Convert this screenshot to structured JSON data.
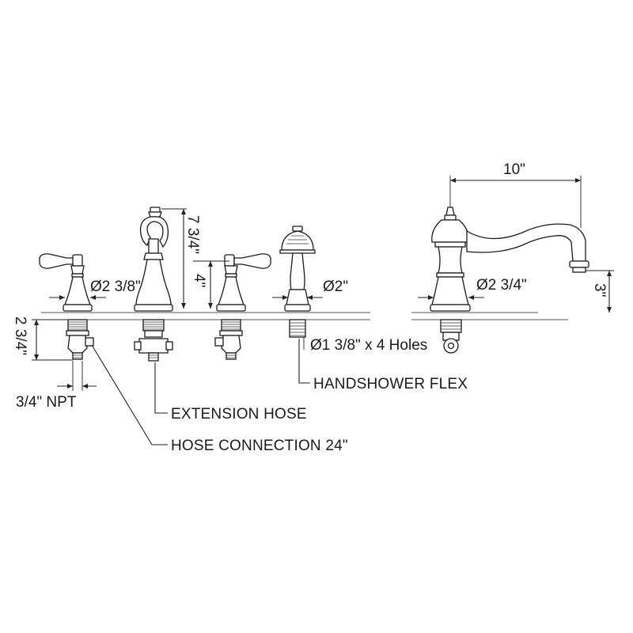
{
  "dimensions": {
    "left_handle_diameter": "Ø2 3/8\"",
    "spout_height": "7 3/4\"",
    "handle_height": "4\"",
    "handshower_diameter": "Ø2\"",
    "tub_spout_diameter": "Ø2 3/4\"",
    "tub_spout_reach": "10\"",
    "tub_spout_height": "3\"",
    "valve_depth": "2 3/4\"",
    "npt": "3/4\" NPT",
    "holes": "Ø1 3/8\" x 4 Holes"
  },
  "callouts": {
    "handshower_flex": "HANDSHOWER FLEX",
    "extension_hose": "EXTENSION HOSE",
    "hose_connection": "HOSE CONNECTION 24\""
  }
}
